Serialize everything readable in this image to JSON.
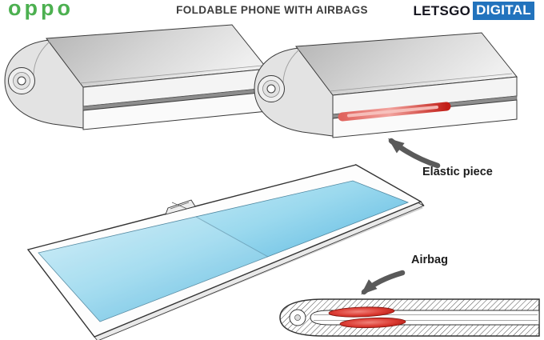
{
  "header": {
    "logo_text": "oppo",
    "title": "FOLDABLE PHONE WITH AIRBAGS",
    "brand": {
      "name": "LETSGO",
      "suffix": "DIGITAL"
    }
  },
  "annotations": {
    "elastic_piece": "Elastic piece",
    "airbag": "Airbag"
  },
  "colors": {
    "oppo_green": "#4cb050",
    "brand_blue": "#2273bd",
    "screen_light": "#dff4fb",
    "screen_dark": "#2c9fd6",
    "elastic_red": "#d93a30",
    "airbag_red": "#c21f18",
    "arrow_gray": "#5a5a5a",
    "body_gray": "#d9d9d9"
  }
}
